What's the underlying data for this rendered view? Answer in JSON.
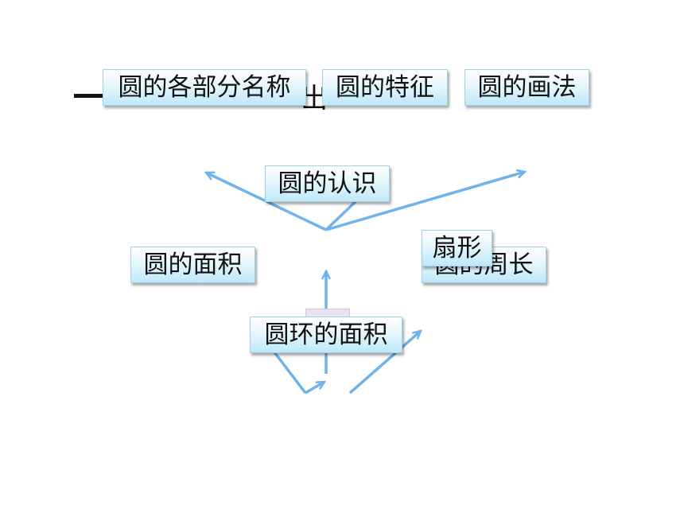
{
  "title_fragment": "出",
  "nodes": {
    "parts": "圆的各部分名称",
    "features": "圆的特征",
    "drawing": "圆的画法",
    "recognition": "圆的认识",
    "area": "圆的面积",
    "circumference": "圆的周长",
    "sector": "扇形",
    "ring_area": "圆环的面积"
  },
  "colors": {
    "arrow": "#6fb3ea",
    "box_border": "#9fd3ea"
  }
}
